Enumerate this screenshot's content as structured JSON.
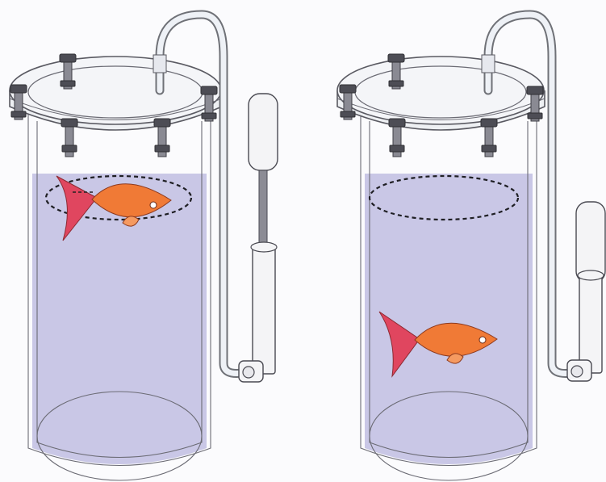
{
  "panels": [
    {
      "id": "left",
      "fish_position": "top",
      "syringe": "plunger-pulled-out"
    },
    {
      "id": "right",
      "fish_position": "bottom",
      "syringe": "plunger-pushed-in"
    }
  ],
  "colors": {
    "water": "#c9c7e6",
    "fish_body": "#f07a36",
    "fish_tail": "#e0465f",
    "glass_outline": "#5a5a62"
  },
  "icons": [
    "glass-cylinder",
    "sealed-lid",
    "bolts",
    "tube",
    "syringe",
    "fish",
    "dashed-ellipse"
  ]
}
